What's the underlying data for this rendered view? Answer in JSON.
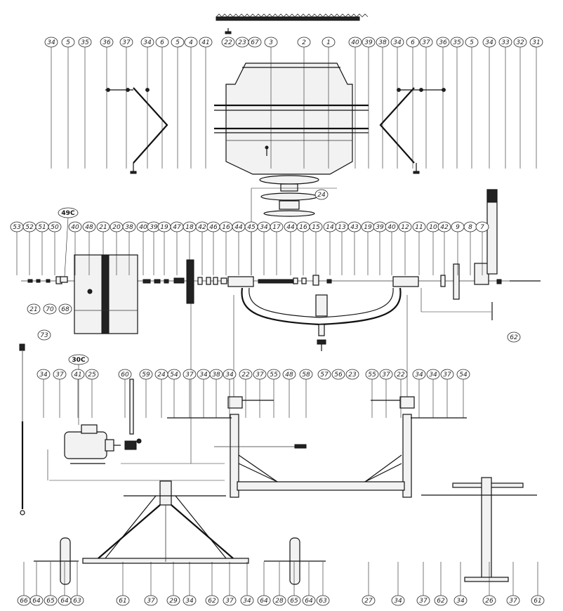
{
  "drawing_tags": {
    "beam_tag": "49C",
    "motor_tag": "30C"
  },
  "callouts": {
    "top": [
      "22",
      "23",
      "67"
    ],
    "top_row": [
      "34",
      "5",
      "35",
      "36",
      "37",
      "34",
      "6",
      "5",
      "4",
      "41",
      "3",
      "2",
      "1",
      "40",
      "39",
      "38",
      "34",
      "6",
      "37",
      "36",
      "35",
      "5",
      "34",
      "33",
      "32",
      "31"
    ],
    "drum_mid": [
      "24"
    ],
    "middle_row": [
      "53",
      "52",
      "51",
      "50",
      "40",
      "48",
      "21",
      "20",
      "38",
      "40",
      "39",
      "19",
      "47",
      "18",
      "42",
      "46",
      "16",
      "44",
      "45",
      "34",
      "17",
      "44",
      "16",
      "15",
      "14",
      "13",
      "43",
      "19",
      "39",
      "40",
      "12",
      "11",
      "10",
      "42",
      "9",
      "8",
      "7"
    ],
    "beam_left": [
      "21",
      "70",
      "68"
    ],
    "beam_mid": [
      "62",
      "73"
    ],
    "beam_low": [
      "57",
      "56",
      "23"
    ],
    "lower_row": [
      "34",
      "37",
      "41",
      "25",
      "60",
      "59",
      "24",
      "54",
      "37",
      "34",
      "38",
      "34",
      "22",
      "37",
      "55",
      "48",
      "58",
      "55",
      "37",
      "22",
      "34",
      "34",
      "37",
      "54"
    ],
    "bottom_row": [
      "66",
      "64",
      "65",
      "64",
      "63",
      "61",
      "37",
      "29",
      "34",
      "62",
      "37",
      "34",
      "64",
      "28",
      "65",
      "64",
      "63",
      "27",
      "34",
      "37",
      "62",
      "34",
      "26",
      "37",
      "61"
    ]
  }
}
